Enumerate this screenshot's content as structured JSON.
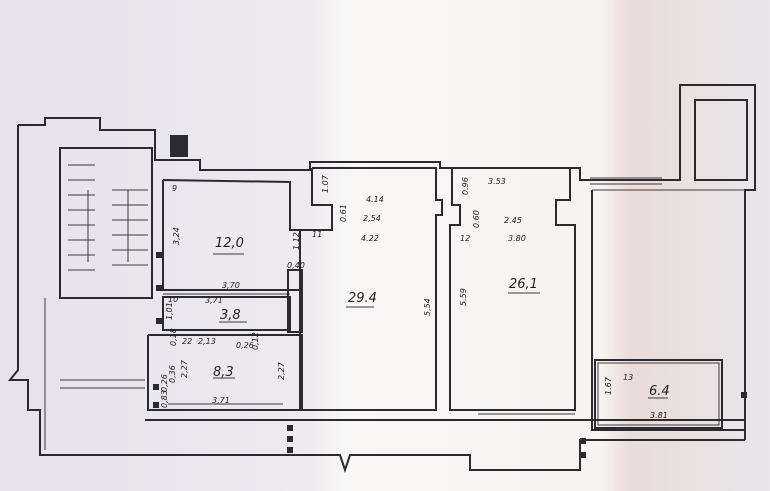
{
  "plan": {
    "rooms": [
      {
        "number": "9",
        "area": "12,0"
      },
      {
        "number": "10",
        "area": "3,8"
      },
      {
        "number": "22",
        "area": "8,3"
      },
      {
        "number": "11",
        "area": "29.4"
      },
      {
        "number": "12",
        "area": "26,1"
      },
      {
        "number": "13",
        "area": "6.4"
      }
    ],
    "dimensions": {
      "r9_height": "3,24",
      "r9_width": "3,70",
      "r9_side": "1,12",
      "r9_gap": "0,40",
      "r10_width": "3,71",
      "r10_height": "1,01",
      "r22_a": "0,18",
      "r22_b": "2,13",
      "r22_c": "0,26",
      "r22_d": "0,12",
      "r22_left": "2,27",
      "r22_right": "2,27",
      "r22_e": "0,36",
      "r22_f": "0,26",
      "r22_g": "0,83",
      "r22_width": "3,71",
      "r11_a": "1.07",
      "r11_b": "4.14",
      "r11_c": "0.61",
      "r11_d": "2,54",
      "r11_e": "4.22",
      "r11_height": "5,54",
      "r12_a": "0.96",
      "r12_b": "3.53",
      "r12_c": "0.60",
      "r12_d": "2.45",
      "r12_e": "3.80",
      "r12_height": "5.59",
      "r13_height": "1.67",
      "r13_width": "3.81"
    }
  }
}
